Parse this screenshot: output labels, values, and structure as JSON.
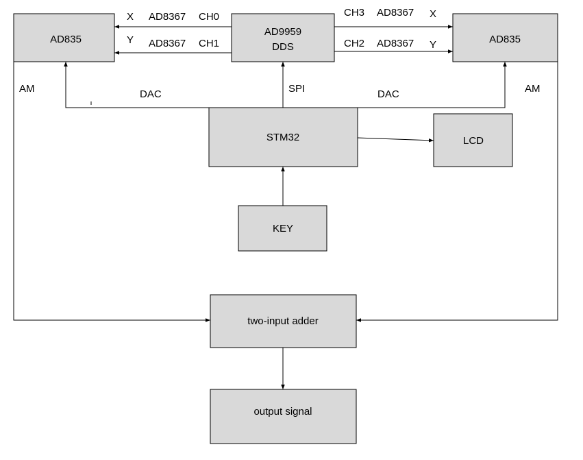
{
  "blocks": {
    "ad835_left": "AD835",
    "dds_line1": "AD9959",
    "dds_line2": "DDS",
    "ad835_right": "AD835",
    "stm32": "STM32",
    "lcd": "LCD",
    "key": "KEY",
    "adder": "two-input adder",
    "output": "output signal"
  },
  "labels": {
    "left_x": "X",
    "left_x_chip": "AD8367",
    "left_x_ch": "CH0",
    "left_y": "Y",
    "left_y_chip": "AD8367",
    "left_y_ch": "CH1",
    "right_x_ch": "CH3",
    "right_x_chip": "AD8367",
    "right_x": "X",
    "right_y_ch": "CH2",
    "right_y_chip": "AD8367",
    "right_y": "Y",
    "am_left": "AM",
    "am_right": "AM",
    "dac_left": "DAC",
    "spi": "SPI",
    "dac_right": "DAC"
  },
  "colors": {
    "block_fill": "#d9d9d9",
    "line": "#000000",
    "background": "#ffffff"
  }
}
